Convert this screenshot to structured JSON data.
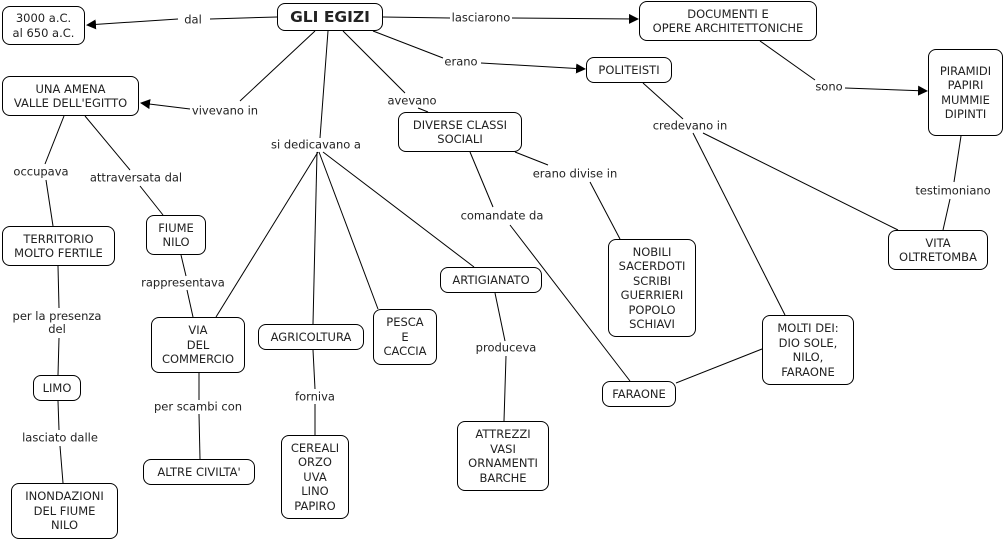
{
  "map_title": "GLI EGIZI",
  "colors": {
    "line": "#000000",
    "node_border": "#000000",
    "background": "#ffffff",
    "text": "#222222"
  },
  "nodes": {
    "egizi": "GLI EGIZI",
    "periodo": "3000 a.C.\nal 650 a.C.",
    "valle": "UNA AMENA\nVALLE DELL'EGITTO",
    "documenti": "DOCUMENTI E\nOPERE ARCHITETTONICHE",
    "politeisti": "POLITEISTI",
    "piramidi": "PIRAMIDI\nPAPIRI\nMUMMIE\nDIPINTI",
    "classi": "DIVERSE CLASSI\nSOCIALI",
    "territorio": "TERRITORIO\nMOLTO FERTILE",
    "fiume": "FIUME\nNILO",
    "limo": "LIMO",
    "inondazioni": "INONDAZIONI\nDEL FIUME\nNILO",
    "via": "VIA\nDEL\nCOMMERCIO",
    "altre": "ALTRE CIVILTA'",
    "agricoltura": "AGRICOLTURA",
    "cereali": "CEREALI\nORZO\nUVA\nLINO\nPAPIRO",
    "pesca": "PESCA\nE\nCACCIA",
    "artigianato": "ARTIGIANATO",
    "attrezzi": "ATTREZZI\nVASI\nORNAMENTI\nBARCHE",
    "nobili": "NOBILI\nSACERDOTI\nSCRIBI\nGUERRIERI\nPOPOLO\nSCHIAVI",
    "faraone": "FARAONE",
    "dei": "MOLTI DEI:\nDIO SOLE,\nNILO,\nFARAONE",
    "vita": "VITA\nOLTRETOMBA"
  },
  "link_labels": {
    "dal": "dal",
    "lasciarono": "lasciarono",
    "erano": "erano",
    "vivevano": "vivevano in",
    "avevano": "avevano",
    "dedicavano": "si dedicavano a",
    "sono": "sono",
    "credevano": "credevano in",
    "occupava": "occupava",
    "attraversata": "attraversata dal",
    "testimoniano": "testimoniano",
    "divise": "erano divise in",
    "comandate": "comandate da",
    "rappresentava": "rappresentava",
    "presenza": "per la presenza\ndel",
    "scambi": "per scambi con",
    "forniva": "forniva",
    "produceva": "produceva",
    "lasciato": "lasciato dalle"
  }
}
